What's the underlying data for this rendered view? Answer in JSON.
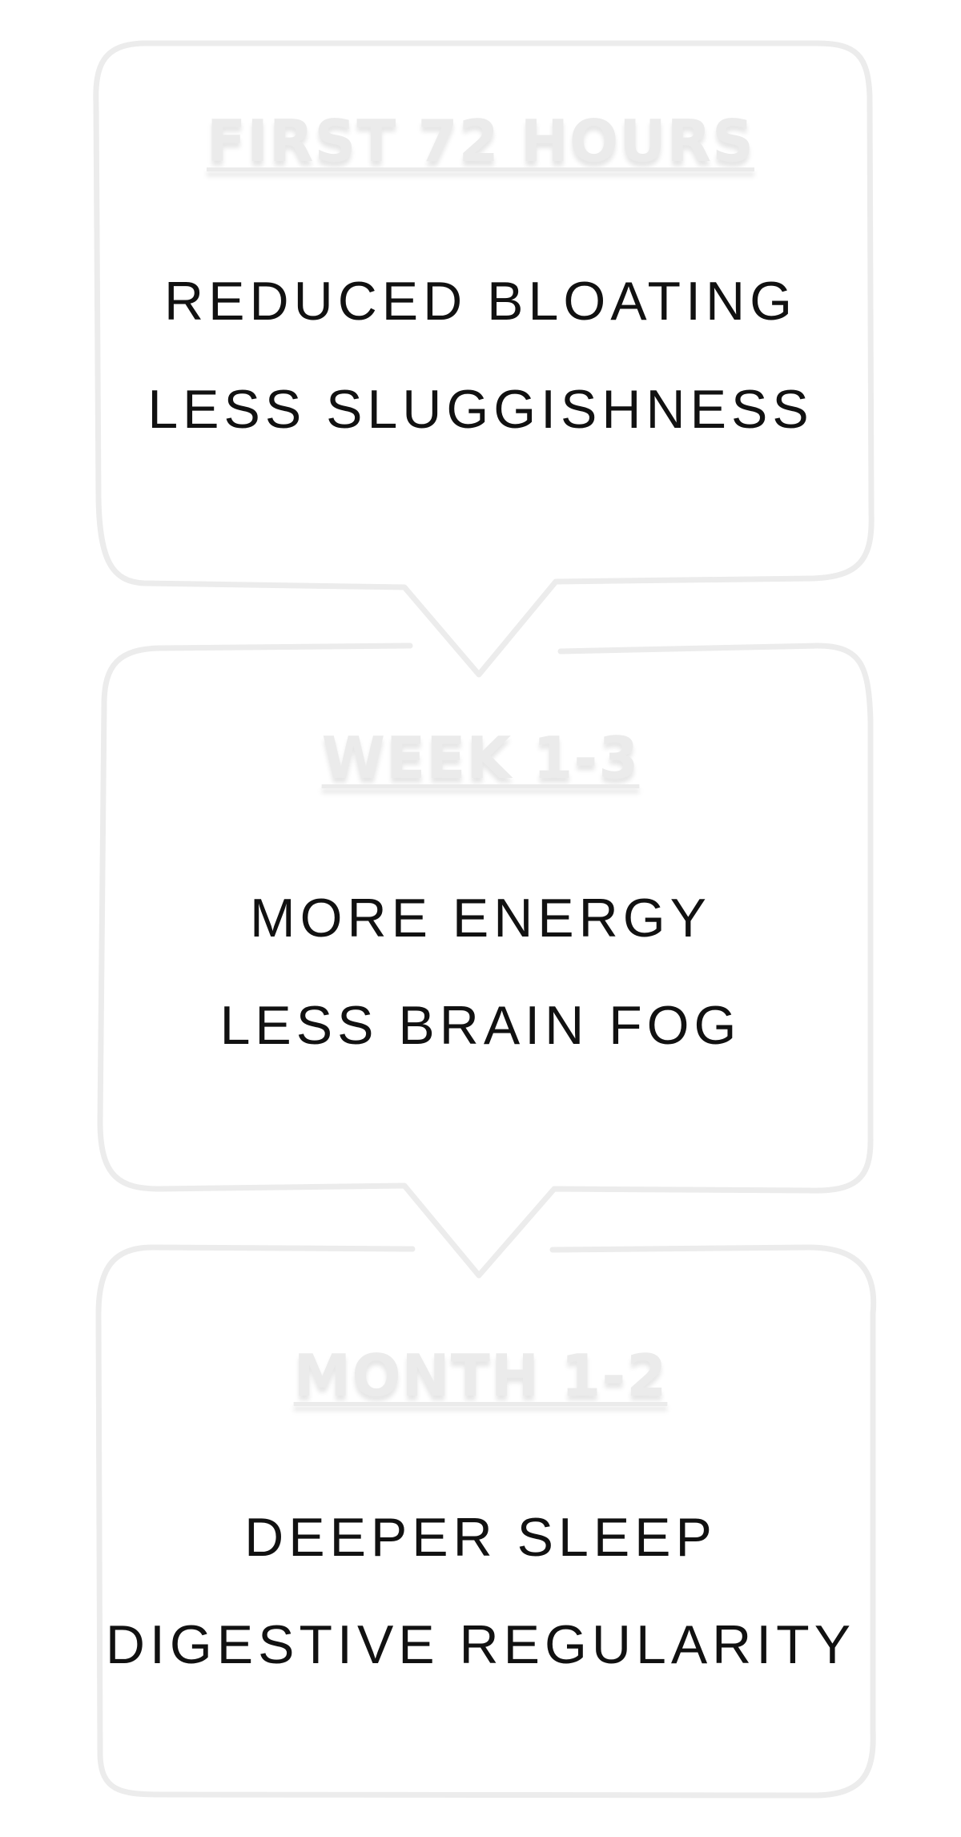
{
  "colors": {
    "outline": "#ececec",
    "title": "#ebebeb",
    "text": "#111111",
    "background": "#ffffff"
  },
  "stages": [
    {
      "title": "FIRST 72 HOURS",
      "benefits": [
        "REDUCED BLOATING",
        "LESS SLUGGISHNESS"
      ]
    },
    {
      "title": "WEEK 1-3",
      "benefits": [
        "MORE ENERGY",
        "LESS BRAIN FOG"
      ]
    },
    {
      "title": "MONTH 1-2",
      "benefits": [
        "DEEPER SLEEP",
        "DIGESTIVE REGULARITY"
      ]
    }
  ]
}
